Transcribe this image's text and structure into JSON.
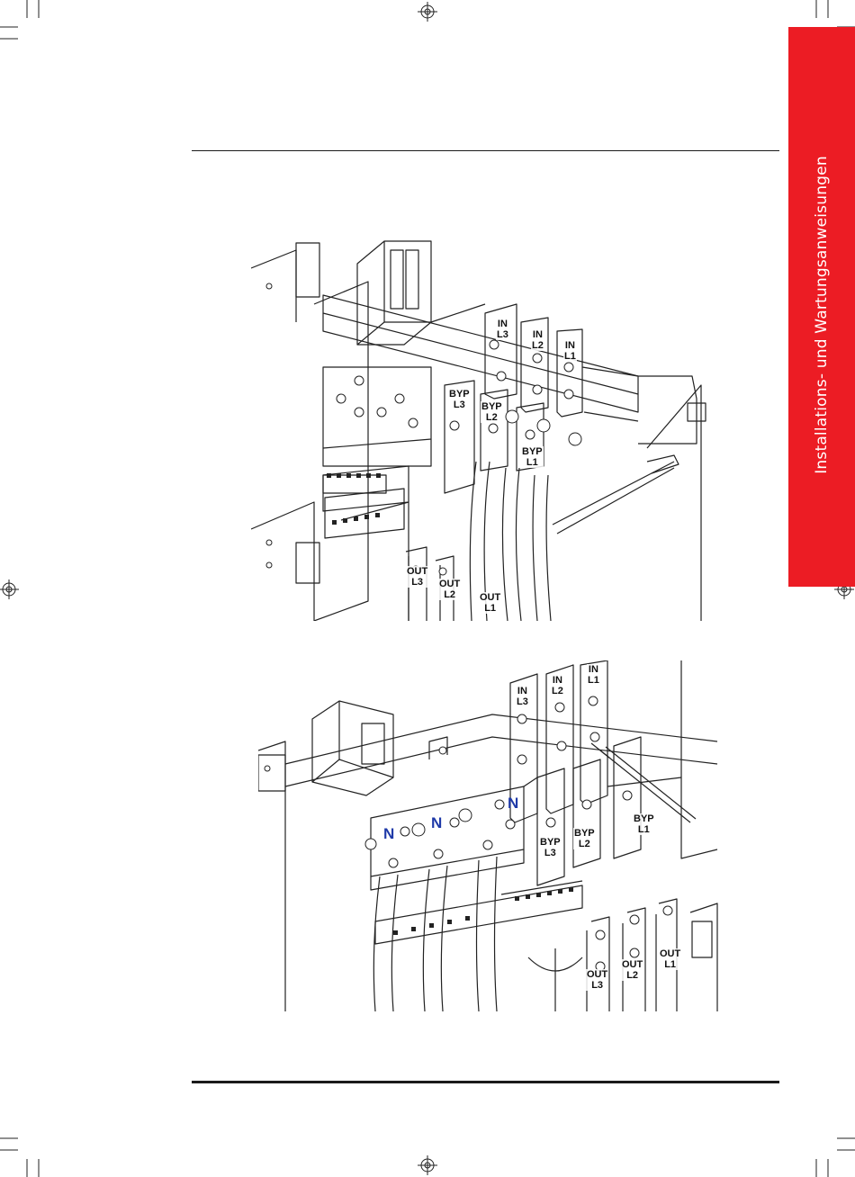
{
  "sidebar": {
    "title": "Installations- und Wartungsanweisungen",
    "accent_color": "#ec1c24"
  },
  "figure_top": {
    "labels": {
      "in_l3": "IN\nL3",
      "in_l2": "IN\nL2",
      "in_l1": "IN\nL1",
      "byp_l3": "BYP\nL3",
      "byp_l2": "BYP\nL2",
      "byp_l1": "BYP\nL1",
      "out_l3": "OUT\nL3",
      "out_l2": "OUT\nL2",
      "out_l1": "OUT\nL1"
    }
  },
  "figure_bottom": {
    "labels": {
      "in_l3": "IN\nL3",
      "in_l2": "IN\nL2",
      "in_l1": "IN\nL1",
      "byp_l3": "BYP\nL3",
      "byp_l2": "BYP\nL2",
      "byp_l1": "BYP\nL1",
      "out_l3": "OUT\nL3",
      "out_l2": "OUT\nL2",
      "out_l1": "OUT\nL1",
      "neutral_1": "N",
      "neutral_2": "N",
      "neutral_3": "N"
    },
    "neutral_color": "#1f3aa8"
  }
}
